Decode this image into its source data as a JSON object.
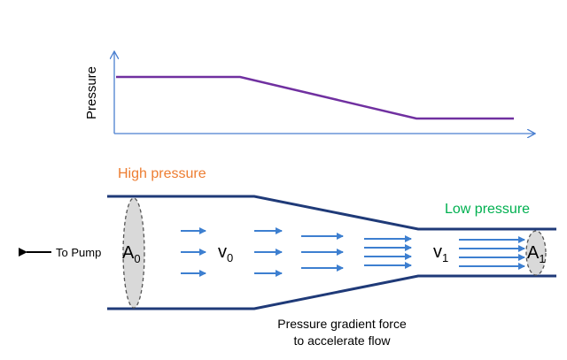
{
  "graph": {
    "y_axis_label": "Pressure",
    "pressure_profile": [
      "high",
      "decreasing",
      "low"
    ],
    "line_color": "#7030a0",
    "axis_color": "#4a7fd0"
  },
  "labels": {
    "high_pressure": "High pressure",
    "low_pressure": "Low pressure",
    "to_pump": "To Pump",
    "area_in": "A",
    "area_in_sub": "0",
    "area_out": "A",
    "area_out_sub": "1",
    "velocity_in": "v",
    "velocity_in_sub": "0",
    "velocity_out": "v",
    "velocity_out_sub": "1",
    "caption_line1": "Pressure gradient force",
    "caption_line2": "to accelerate flow"
  },
  "colors": {
    "high_pressure": "#ed7d31",
    "low_pressure": "#00b050",
    "pipe_wall": "#1f3a78",
    "flow_arrow": "#3d7fd0",
    "cross_section_fill": "#d9d9d9"
  },
  "icons": {
    "flow_arrow": "arrow-right-icon",
    "pump_arrow": "arrow-left-icon"
  }
}
